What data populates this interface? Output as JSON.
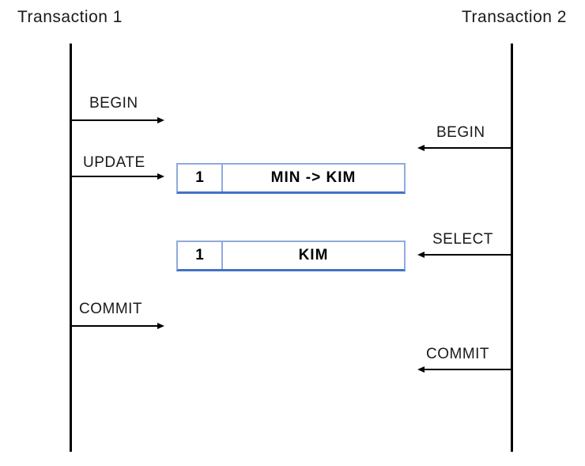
{
  "lanes": {
    "left": {
      "title": "Transaction 1",
      "events": [
        {
          "label": "BEGIN"
        },
        {
          "label": "UPDATE"
        },
        {
          "label": "COMMIT"
        }
      ]
    },
    "right": {
      "title": "Transaction 2",
      "events": [
        {
          "label": "BEGIN"
        },
        {
          "label": "SELECT"
        },
        {
          "label": "COMMIT"
        }
      ]
    }
  },
  "tables": [
    {
      "id": "1",
      "value": "MIN -> KIM"
    },
    {
      "id": "1",
      "value": "KIM"
    }
  ],
  "colors": {
    "table_border_light": "#8FAADC",
    "table_border_bottom": "#4472C4",
    "line_color": "#000000"
  }
}
